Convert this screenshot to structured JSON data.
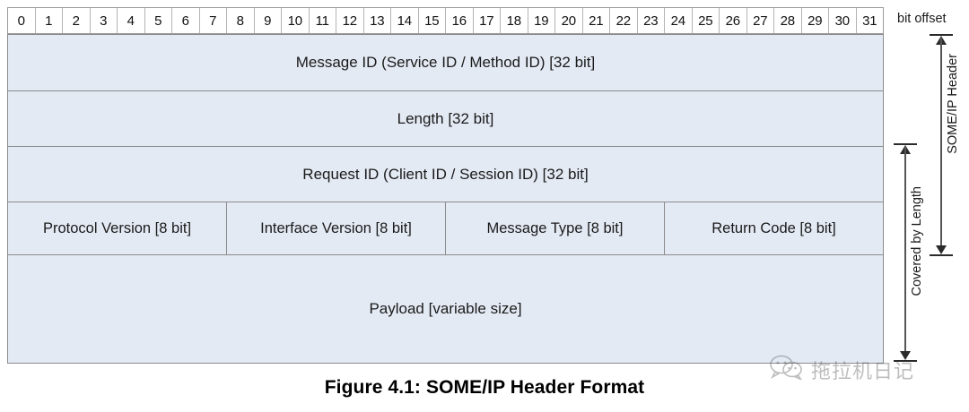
{
  "bit_offset": {
    "label": "bit offset",
    "ticks": [
      "0",
      "1",
      "2",
      "3",
      "4",
      "5",
      "6",
      "7",
      "8",
      "9",
      "10",
      "11",
      "12",
      "13",
      "14",
      "15",
      "16",
      "17",
      "18",
      "19",
      "20",
      "21",
      "22",
      "23",
      "24",
      "25",
      "26",
      "27",
      "28",
      "29",
      "30",
      "31"
    ]
  },
  "header_rows": [
    {
      "name": "message-id",
      "cells": [
        "Message ID (Service ID / Method ID) [32 bit]"
      ]
    },
    {
      "name": "length",
      "cells": [
        "Length [32 bit]"
      ]
    },
    {
      "name": "request-id",
      "cells": [
        "Request ID (Client ID / Session ID) [32 bit]"
      ]
    },
    {
      "name": "octet-fields",
      "cells": [
        "Protocol Version [8 bit]",
        "Interface Version [8 bit]",
        "Message Type [8 bit]",
        "Return Code [8 bit]"
      ]
    },
    {
      "name": "payload",
      "cells": [
        "Payload [variable size]"
      ]
    }
  ],
  "annotations": {
    "someip_header": "SOME/IP Header",
    "covered_by_length": "Covered by Length"
  },
  "caption": "Figure 4.1: SOME/IP Header Format",
  "watermark": {
    "text": "拖拉机日记"
  },
  "colors": {
    "cell_fill": "#e4eaf4",
    "border": "#8b8b8b",
    "text": "#1a1a1a"
  }
}
